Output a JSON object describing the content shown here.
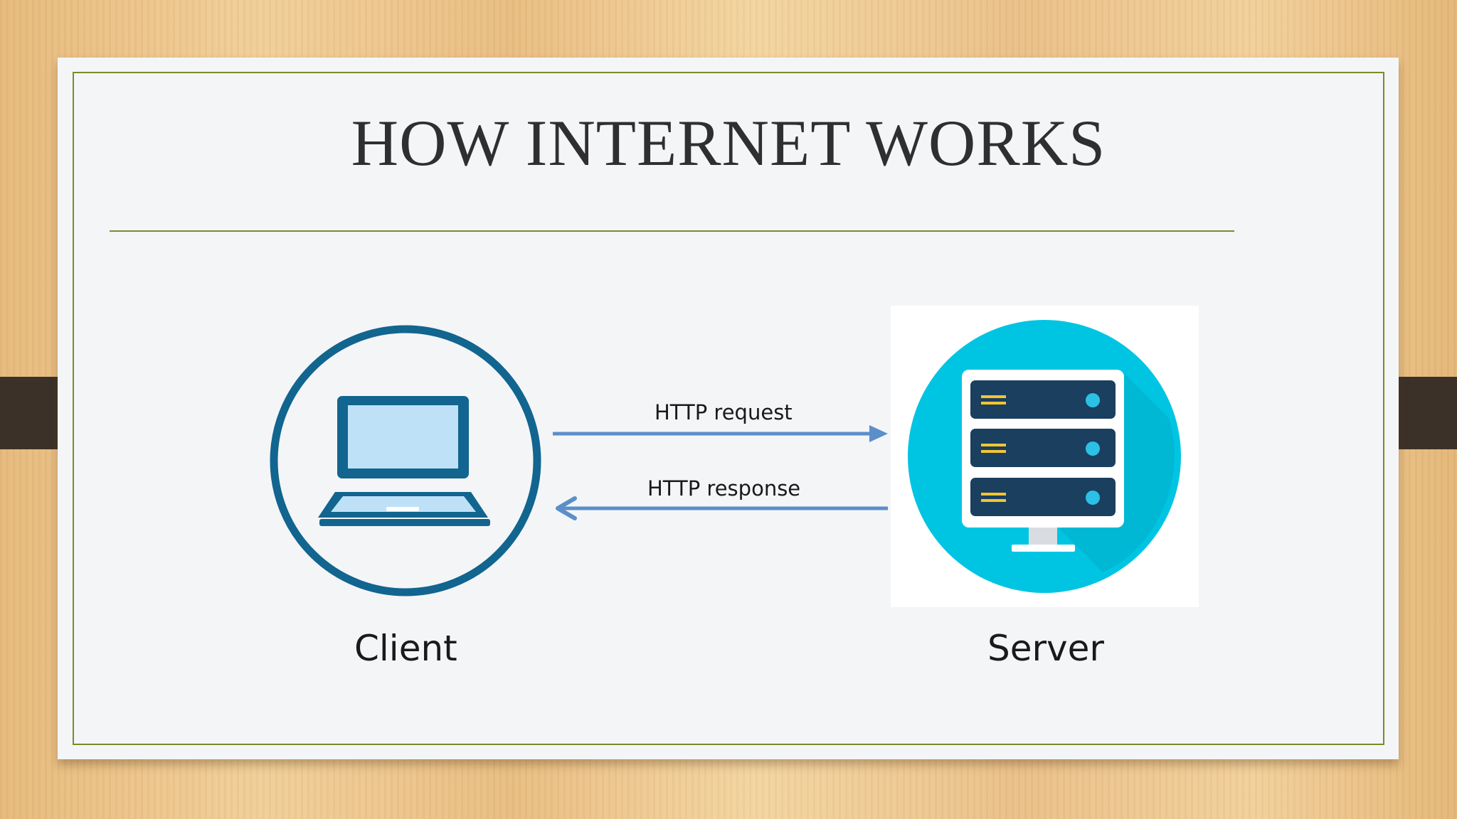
{
  "slide": {
    "title": "HOW INTERNET WORKS"
  },
  "diagram": {
    "client_label": "Client",
    "server_label": "Server",
    "request_label": "HTTP request",
    "response_label": "HTTP response"
  },
  "colors": {
    "accent_line": "#7d8a2a",
    "client_ring": "#11658f",
    "client_screen": "#bfe1f7",
    "server_circle": "#00c5e2",
    "server_rack": "#1a3f5f",
    "arrow": "#5b8fc9",
    "rack_led": "#2bc0e6",
    "rack_lines": "#f3c531"
  }
}
